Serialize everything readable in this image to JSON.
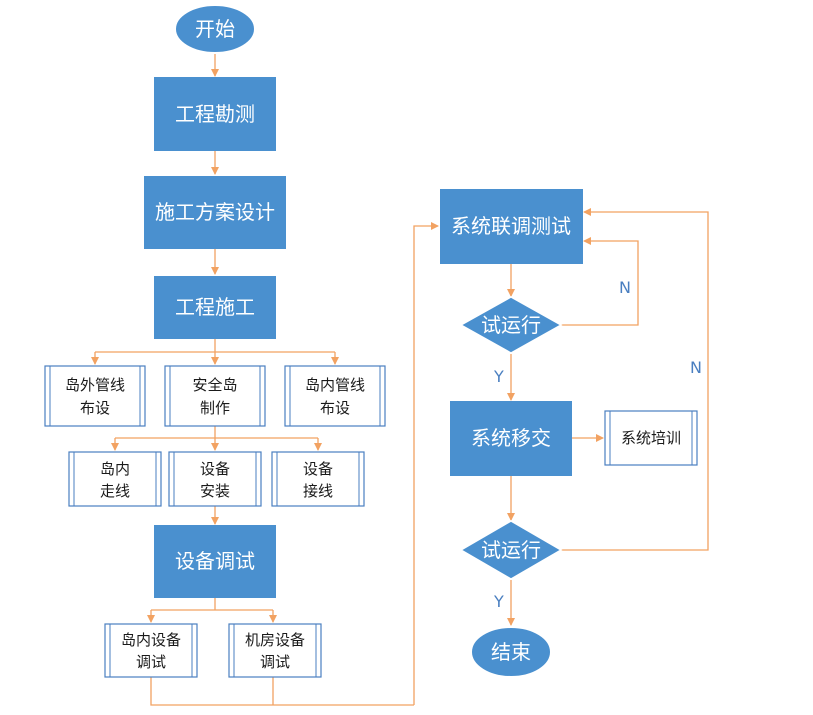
{
  "colors": {
    "node_fill": "#4a90cf",
    "sub_border": "#4a7fc0",
    "connector": "#f2a262",
    "edge_label": "#4a7fc0"
  },
  "nodes": {
    "start": "开始",
    "survey": "工程勘测",
    "plan_design": "施工方案设计",
    "construction": "工程施工",
    "outer_pipeline": [
      "岛外管线",
      "布设"
    ],
    "safety_island": [
      "安全岛",
      "制作"
    ],
    "inner_pipeline": [
      "岛内管线",
      "布设"
    ],
    "inner_wiring": [
      "岛内",
      "走线"
    ],
    "equipment_install": [
      "设备",
      "安装"
    ],
    "equipment_wiring": [
      "设备",
      "接线"
    ],
    "equipment_debug": "设备调试",
    "island_debug": [
      "岛内设备",
      "调试"
    ],
    "room_debug": [
      "机房设备",
      "调试"
    ],
    "joint_debug": "系统联调测试",
    "trial_run_1": "试运行",
    "handover": "系统移交",
    "training": "系统培训",
    "trial_run_2": "试运行",
    "end": "结束"
  },
  "edge_labels": {
    "trial1_no": "N",
    "trial1_yes": "Y",
    "trial2_no": "N",
    "trial2_yes": "Y"
  }
}
